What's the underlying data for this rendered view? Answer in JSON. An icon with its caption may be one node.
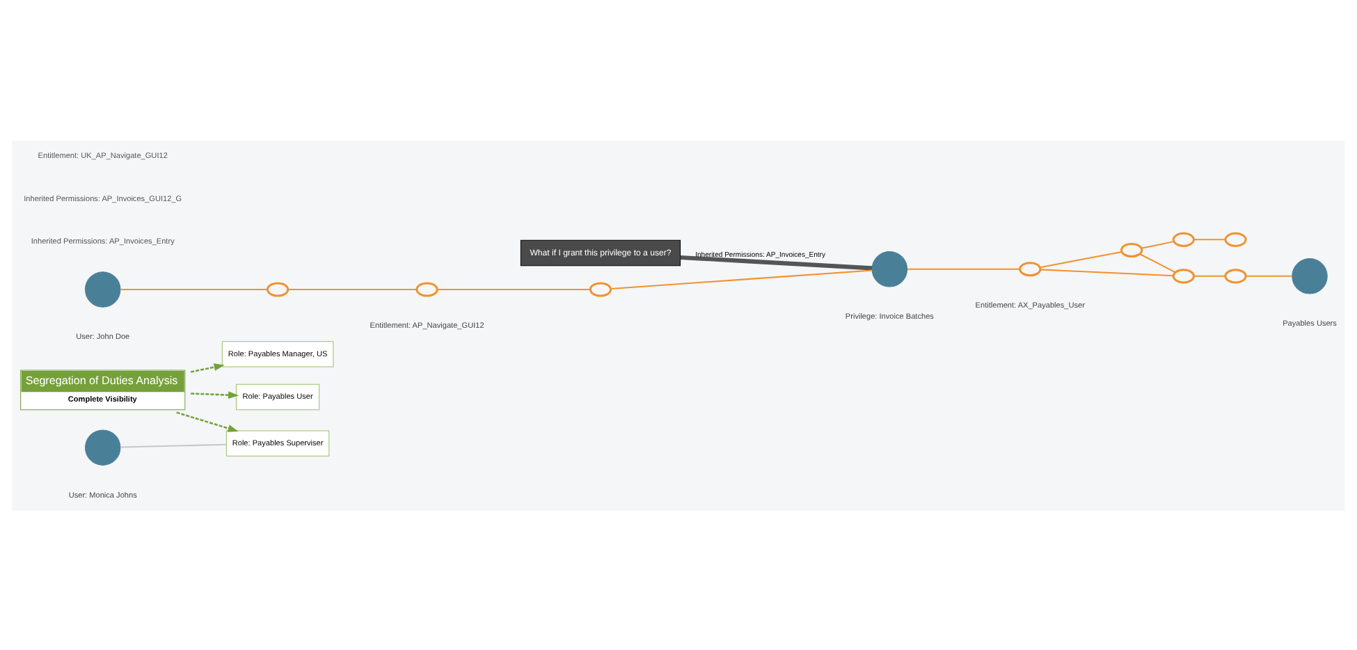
{
  "diagram": {
    "nodes": [
      {
        "text": [
          "Segregation of Duties Analysis",
          "Complete Visibility"
        ]
      },
      {
        "text": [
          "What if I grant this privilege to a user?"
        ]
      },
      {
        "text": [],
        "shape": "person",
        "beside": [
          "User: John Doe"
        ]
      },
      {
        "text": [
          "Role: Payables Manager, US"
        ]
      },
      {
        "text": [],
        "shape": "circle"
      },
      {
        "text": [],
        "shape": "circle",
        "beside": [
          "Entitlement: AP_Navigate_GUI12"
        ]
      },
      {
        "text": [],
        "shape": "circle"
      },
      {
        "text": [],
        "shape": "person",
        "beside": [
          "Privilege: Invoice Batches"
        ]
      },
      {
        "text": [],
        "shape": "circle",
        "beside": [
          "Entitlement: AX_Payables_User"
        ]
      },
      {
        "text": [],
        "shape": "circle"
      },
      {
        "text": [],
        "shape": "circle"
      },
      {
        "text": [],
        "shape": "circle"
      },
      {
        "text": [],
        "shape": "circle"
      },
      {
        "text": [],
        "shape": "circle"
      },
      {
        "text": [],
        "shape": "person",
        "beside": [
          "Payables Users"
        ]
      },
      {
        "text": [
          "Role: Payables User"
        ]
      },
      {
        "text": [
          "Role: Payables Superviser"
        ]
      },
      {
        "text": [],
        "shape": "person",
        "beside": [
          "User: Monica Johns"
        ]
      }
    ],
    "edges": [
      {
        "from": 2,
        "to": 4,
        "arrow": "none"
      },
      {
        "from": 4,
        "to": 5,
        "arrow": "none"
      },
      {
        "from": 5,
        "to": 6,
        "arrow": "none"
      },
      {
        "from": 6,
        "to": 7,
        "arrow": "none"
      },
      {
        "from": 7,
        "to": 8,
        "arrow": "none"
      },
      {
        "from": 8,
        "to": 9,
        "arrow": "none"
      },
      {
        "from": 8,
        "to": 10,
        "arrow": "none"
      },
      {
        "from": 9,
        "to": 10,
        "arrow": "none"
      },
      {
        "from": 9,
        "to": 11,
        "arrow": "none"
      },
      {
        "from": 10,
        "to": 12,
        "arrow": "none"
      },
      {
        "from": 11,
        "to": 13,
        "arrow": "none"
      },
      {
        "from": 12,
        "to": 14,
        "arrow": "none"
      },
      {
        "from": 0,
        "to": 3,
        "arrow": "to",
        "style": "dashed",
        "color": "#76a03a"
      },
      {
        "from": 0,
        "to": 15,
        "arrow": "to",
        "style": "dashed",
        "color": "#76a03a"
      },
      {
        "from": 0,
        "to": 16,
        "arrow": "to",
        "style": "dashed",
        "color": "#76a03a"
      },
      {
        "from": 1,
        "to": 7,
        "arrow": "none",
        "style": "thick",
        "color": "#555555",
        "label": "Inherited Permissions: AP_Invoices_Entry"
      },
      {
        "from": 17,
        "to": 16,
        "arrow": "none",
        "color": "#c8c8c8"
      }
    ],
    "labels": [
      "Inherited Permissions: AP_Invoices_Entry",
      "Inherited Permissions: AP_Invoices_GUI12_G",
      "Entitlement: UK_AP_Navigate_GUI12"
    ]
  }
}
